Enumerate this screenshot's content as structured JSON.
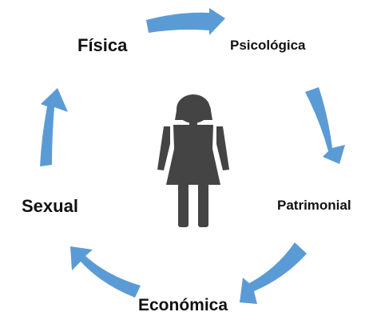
{
  "labels": {
    "fisica": "Física",
    "psicologica": "Psicológica",
    "patrimonial": "Patrimonial",
    "economica": "Económica",
    "sexual": "Sexual"
  },
  "colors": {
    "arrow": "#5b9bd5",
    "figure": "#444444",
    "text": "#111111"
  },
  "icons": {
    "center": "woman-icon",
    "arrows": "curved-arrow-icon"
  }
}
